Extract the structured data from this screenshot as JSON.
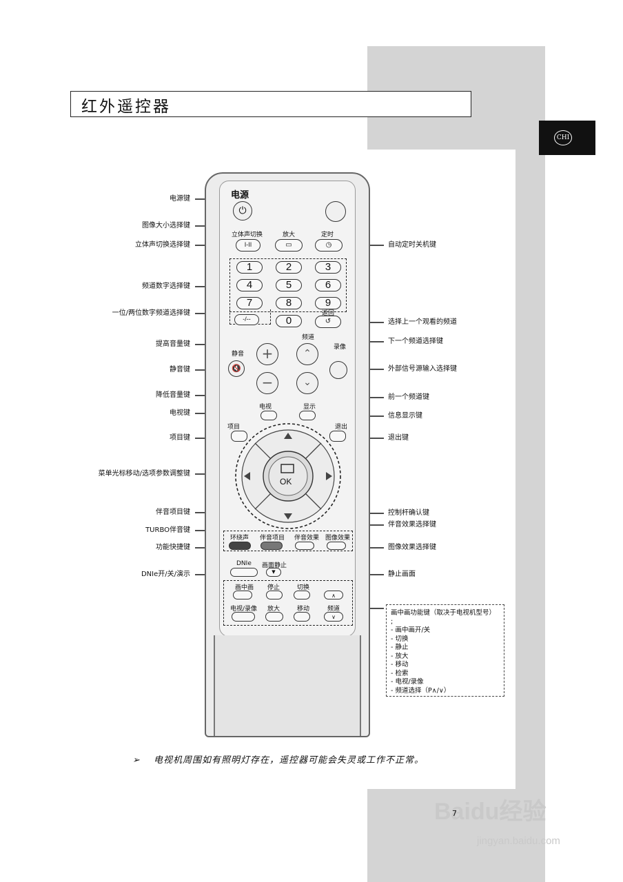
{
  "page_title": "红外遥控器",
  "lang_badge": "CHI",
  "remote": {
    "power_label": "电源",
    "top_labels": [
      "立体声切换",
      "放大",
      "定时"
    ],
    "top_buttons": [
      "I-II",
      "",
      ""
    ],
    "digits": [
      "1",
      "2",
      "3",
      "4",
      "5",
      "6",
      "7",
      "8",
      "9",
      "-/--",
      "0"
    ],
    "return_label": "返回",
    "channel_label": "频道",
    "mute_label": "静音",
    "source_label": "录像",
    "tv_label": "电视",
    "display_label": "显示",
    "menu_label": "项目",
    "exit_label": "退出",
    "ok_label": "OK",
    "row_labels": [
      "环绕声",
      "伴音项目",
      "伴音效果",
      "图像效果"
    ],
    "dnie_label": "DNIe",
    "still_label": "画面静止",
    "pip_row1": [
      "画中画",
      "停止",
      "切换"
    ],
    "pip_row2": [
      "电视/录像",
      "放大",
      "移动",
      "频道"
    ]
  },
  "left_labels": [
    "电源键",
    "图像大小选择键",
    "立体声切换选择键",
    "频道数字选择键",
    "一位/两位数字频道选择键",
    "提高音量键",
    "静音键",
    "降低音量键",
    "电视键",
    "项目键",
    "菜单光标移动/选项参数调整键",
    "伴音项目键",
    "TURBO伴音键",
    "功能快捷键",
    "DNIe开/关/演示"
  ],
  "right_labels": [
    "自动定时关机键",
    "选择上一个观看的频道",
    "下一个频道选择键",
    "外部信号源输入选择键",
    "前一个频道键",
    "信息显示键",
    "退出键",
    "控制杆确认键",
    "伴音效果选择键",
    "图像效果选择键",
    "静止画面"
  ],
  "pip_info": {
    "heading": "画中画功能键（取决于电视机型号）",
    "semicolon": ";",
    "items": [
      "- 画中画开/关",
      "- 切换",
      "- 静止",
      "- 放大",
      "- 移动",
      "- 检索",
      "- 电视/录像",
      "- 频道选择（P∧/∨）"
    ]
  },
  "note": "电视机周围如有照明灯存在，遥控器可能会失灵或工作不正常。",
  "note_arrow": "➢",
  "page_number": "7",
  "watermark": "Baidu经验",
  "watermark_url": "jingyan.baidu.com"
}
